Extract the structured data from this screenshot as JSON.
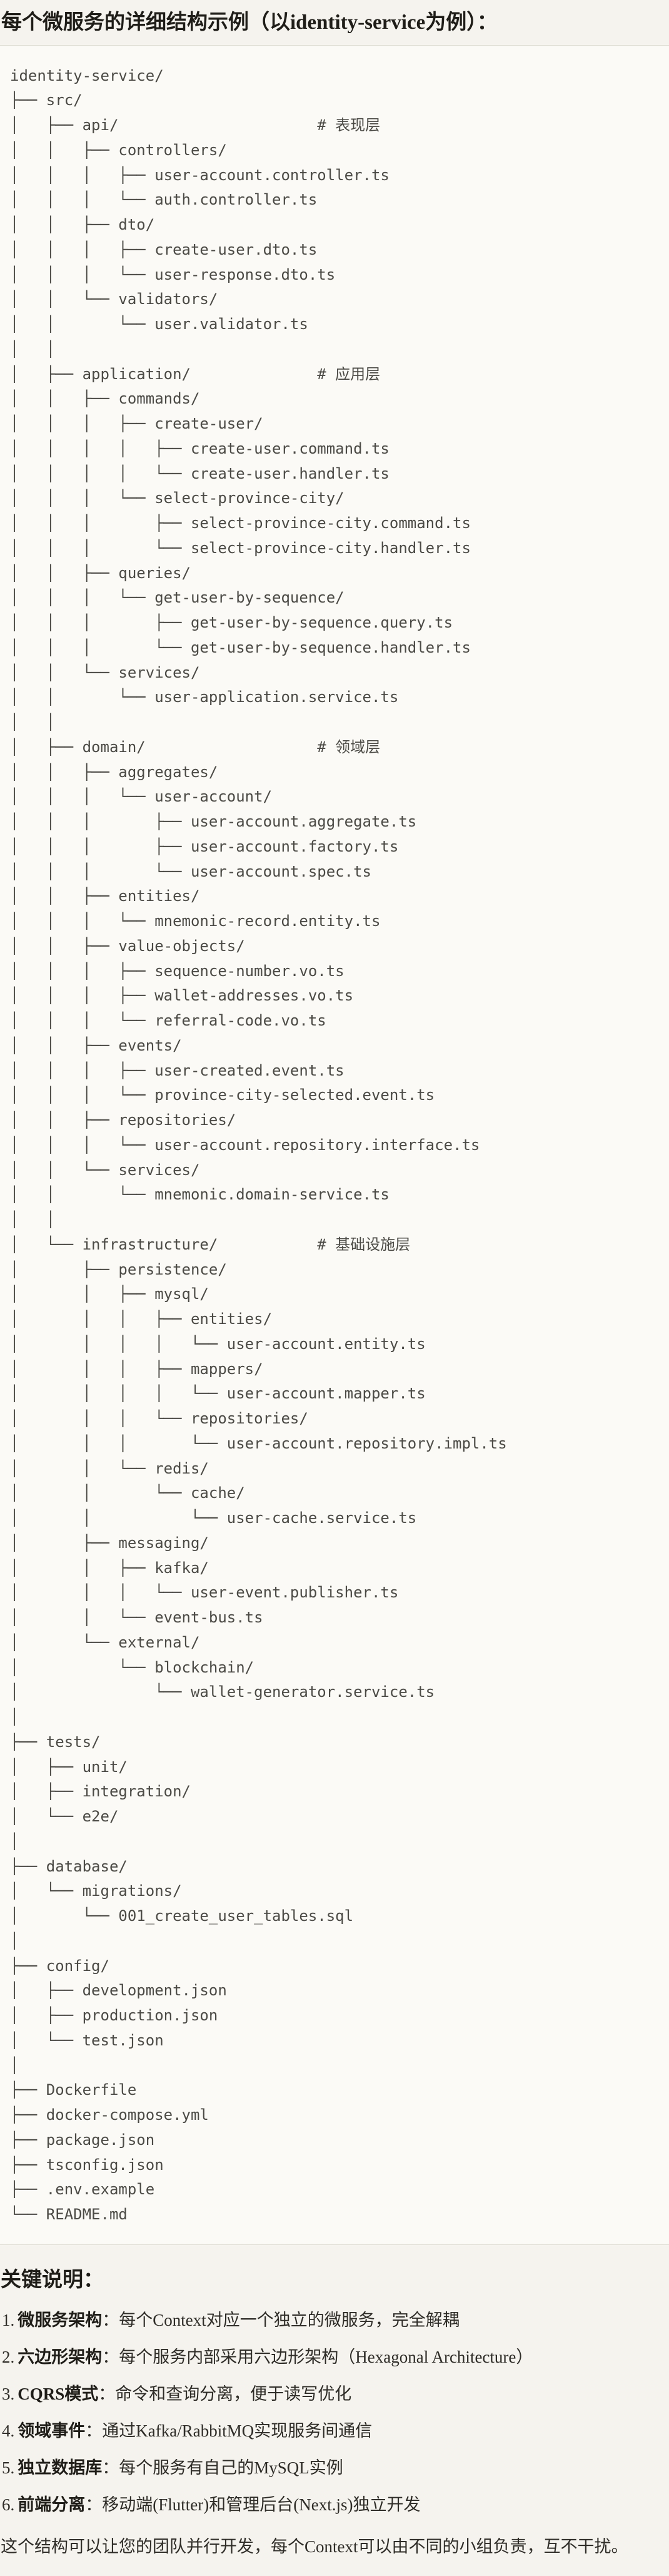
{
  "page": {
    "title": "每个微服务的详细结构示例（以identity-service为例）：",
    "closing_paragraph": "这个结构可以让您的团队并行开发，每个Context可以由不同的小组负责，互不干扰。"
  },
  "code_block": {
    "root": "identity-service/",
    "layer_comments": [
      "# 表现层",
      "# 应用层",
      "# 领域层",
      "# 基础设施层"
    ],
    "tree_lines": [
      "identity-service/",
      "├── src/",
      "│   ├── api/                      # 表现层",
      "│   │   ├── controllers/",
      "│   │   │   ├── user-account.controller.ts",
      "│   │   │   └── auth.controller.ts",
      "│   │   ├── dto/",
      "│   │   │   ├── create-user.dto.ts",
      "│   │   │   └── user-response.dto.ts",
      "│   │   └── validators/",
      "│   │       └── user.validator.ts",
      "│   │",
      "│   ├── application/              # 应用层",
      "│   │   ├── commands/",
      "│   │   │   ├── create-user/",
      "│   │   │   │   ├── create-user.command.ts",
      "│   │   │   │   └── create-user.handler.ts",
      "│   │   │   └── select-province-city/",
      "│   │   │       ├── select-province-city.command.ts",
      "│   │   │       └── select-province-city.handler.ts",
      "│   │   ├── queries/",
      "│   │   │   └── get-user-by-sequence/",
      "│   │   │       ├── get-user-by-sequence.query.ts",
      "│   │   │       └── get-user-by-sequence.handler.ts",
      "│   │   └── services/",
      "│   │       └── user-application.service.ts",
      "│   │",
      "│   ├── domain/                   # 领域层",
      "│   │   ├── aggregates/",
      "│   │   │   └── user-account/",
      "│   │   │       ├── user-account.aggregate.ts",
      "│   │   │       ├── user-account.factory.ts",
      "│   │   │       └── user-account.spec.ts",
      "│   │   ├── entities/",
      "│   │   │   └── mnemonic-record.entity.ts",
      "│   │   ├── value-objects/",
      "│   │   │   ├── sequence-number.vo.ts",
      "│   │   │   ├── wallet-addresses.vo.ts",
      "│   │   │   └── referral-code.vo.ts",
      "│   │   ├── events/",
      "│   │   │   ├── user-created.event.ts",
      "│   │   │   └── province-city-selected.event.ts",
      "│   │   ├── repositories/",
      "│   │   │   └── user-account.repository.interface.ts",
      "│   │   └── services/",
      "│   │       └── mnemonic.domain-service.ts",
      "│   │",
      "│   └── infrastructure/           # 基础设施层",
      "│       ├── persistence/",
      "│       │   ├── mysql/",
      "│       │   │   ├── entities/",
      "│       │   │   │   └── user-account.entity.ts",
      "│       │   │   ├── mappers/",
      "│       │   │   │   └── user-account.mapper.ts",
      "│       │   │   └── repositories/",
      "│       │   │       └── user-account.repository.impl.ts",
      "│       │   └── redis/",
      "│       │       └── cache/",
      "│       │           └── user-cache.service.ts",
      "│       ├── messaging/",
      "│       │   ├── kafka/",
      "│       │   │   └── user-event.publisher.ts",
      "│       │   └── event-bus.ts",
      "│       └── external/",
      "│           └── blockchain/",
      "│               └── wallet-generator.service.ts",
      "│",
      "├── tests/",
      "│   ├── unit/",
      "│   ├── integration/",
      "│   └── e2e/",
      "│",
      "├── database/",
      "│   └── migrations/",
      "│       └── 001_create_user_tables.sql",
      "│",
      "├── config/",
      "│   ├── development.json",
      "│   ├── production.json",
      "│   └── test.json",
      "│",
      "├── Dockerfile",
      "├── docker-compose.yml",
      "├── package.json",
      "├── tsconfig.json",
      "├── .env.example",
      "└── README.md"
    ]
  },
  "notes": {
    "heading": "关键说明：",
    "items": [
      {
        "number": "1.",
        "label": "微服务架构",
        "separator": "：",
        "text": "每个Context对应一个独立的微服务，完全解耦"
      },
      {
        "number": "2.",
        "label": "六边形架构",
        "separator": "：",
        "text": "每个服务内部采用六边形架构（Hexagonal Architecture）"
      },
      {
        "number": "3.",
        "label": "CQRS模式",
        "separator": "：",
        "text": "命令和查询分离，便于读写优化"
      },
      {
        "number": "4.",
        "label": "领域事件",
        "separator": "：",
        "text": "通过Kafka/RabbitMQ实现服务间通信"
      },
      {
        "number": "5.",
        "label": "独立数据库",
        "separator": "：",
        "text": "每个服务有自己的MySQL实例"
      },
      {
        "number": "6.",
        "label": "前端分离",
        "separator": "：",
        "text": "移动端(Flutter)和管理后台(Next.js)独立开发"
      }
    ]
  },
  "colors": {
    "page_background": "#F5F3EE",
    "code_background": "#FBFAF6",
    "border": "#DEDCD3",
    "heading_text": "#1F1D18",
    "body_text": "#2E2C27",
    "code_text": "#4B4A45"
  }
}
